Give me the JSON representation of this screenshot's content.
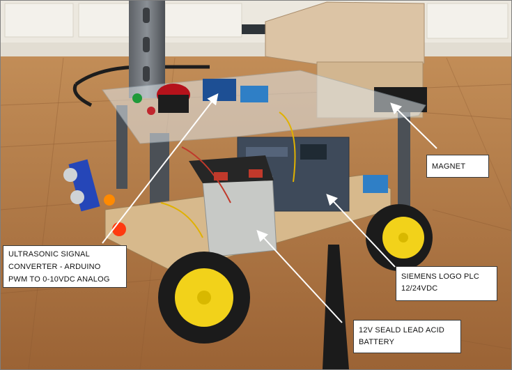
{
  "annotations": {
    "magnet": {
      "lines": [
        "MAGNET"
      ]
    },
    "ultrasonic": {
      "lines": [
        "ULTRASONIC SIGNAL",
        "CONVERTER - ARDUINO",
        "PWM TO 0-10VDC ANALOG"
      ]
    },
    "plc": {
      "lines": [
        "SIEMENS LOGO PLC",
        "12/24VDC"
      ]
    },
    "battery": {
      "lines": [
        "12V SEALD LEAD ACID",
        "BATTERY"
      ]
    }
  },
  "colors": {
    "floor": "#b27a45",
    "cabinet": "#ece8df",
    "wheel_hub": "#f2d21a",
    "tire": "#1b1b1b",
    "plc_housing": "#3e4a5a",
    "arrow": "#ffffff"
  }
}
